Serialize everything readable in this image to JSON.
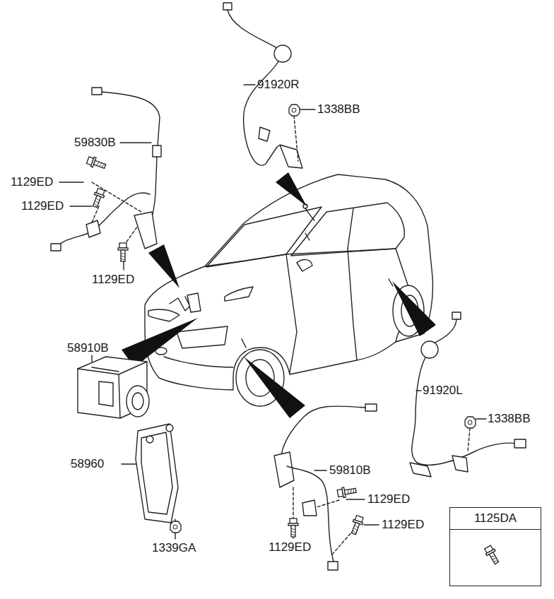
{
  "diagram": {
    "nodes": [
      {
        "text": [
          "1125DA"
        ]
      }
    ],
    "labels": [
      "91920R",
      "1338BB",
      "59830B",
      "1129ED",
      "1129ED",
      "1129ED",
      "58910B",
      "91920L",
      "1338BB",
      "58960",
      "59810B",
      "1129ED",
      "1129ED",
      "1129ED",
      "1339GA"
    ]
  }
}
